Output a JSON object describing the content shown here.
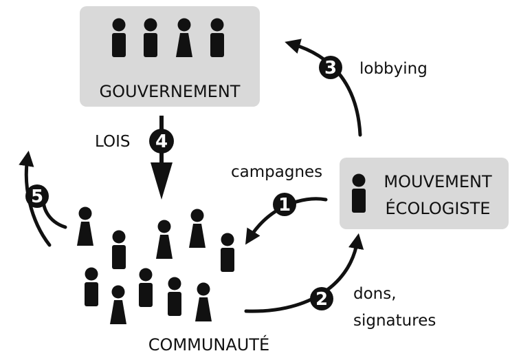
{
  "government": {
    "label": "GOUVERNEMENT"
  },
  "movement": {
    "line1": "MOUVEMENT",
    "line2": "ÉCOLOGISTE"
  },
  "community": {
    "label": "COMMUNAUTÉ"
  },
  "steps": [
    {
      "number": "1",
      "label": "campagnes"
    },
    {
      "number": "2",
      "line1": "dons,",
      "line2": "signatures"
    },
    {
      "number": "3",
      "label": "lobbying"
    },
    {
      "number": "4",
      "label": "LOIS"
    },
    {
      "number": "5"
    }
  ],
  "colors": {
    "box": "#d9d9d9",
    "ink": "#111111",
    "badge_text": "#ffffff"
  }
}
